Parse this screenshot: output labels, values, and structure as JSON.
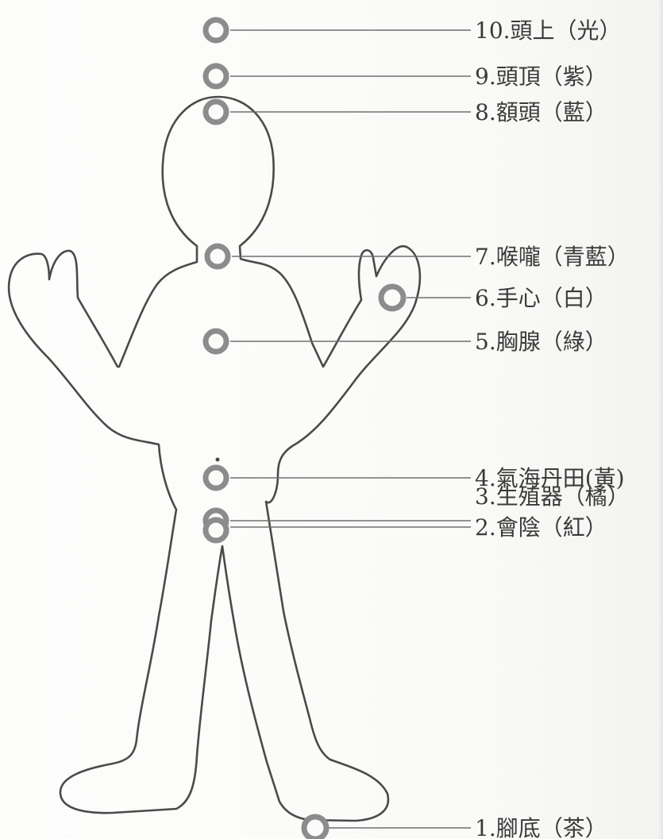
{
  "points": [
    {
      "key": "p10",
      "label": "10.頭上（光）"
    },
    {
      "key": "p9",
      "label": "9.頭頂（紫）"
    },
    {
      "key": "p8",
      "label": "8.額頭（藍）"
    },
    {
      "key": "p7",
      "label": "7.喉嚨（青藍）"
    },
    {
      "key": "p6",
      "label": "6.手心（白）"
    },
    {
      "key": "p5",
      "label": "5.胸腺（綠）"
    },
    {
      "key": "p4",
      "label": "4.氣海丹田(黃)"
    },
    {
      "key": "p3",
      "label": "3.生殖器（橘）"
    },
    {
      "key": "p2",
      "label": "2.會陰（紅）"
    },
    {
      "key": "p1",
      "label": "1.腳底（茶）"
    }
  ],
  "colors": {
    "outline": "#4a4a4a",
    "circle": "#8c8c8c",
    "leader": "#707070",
    "text": "#3a3a3a"
  }
}
